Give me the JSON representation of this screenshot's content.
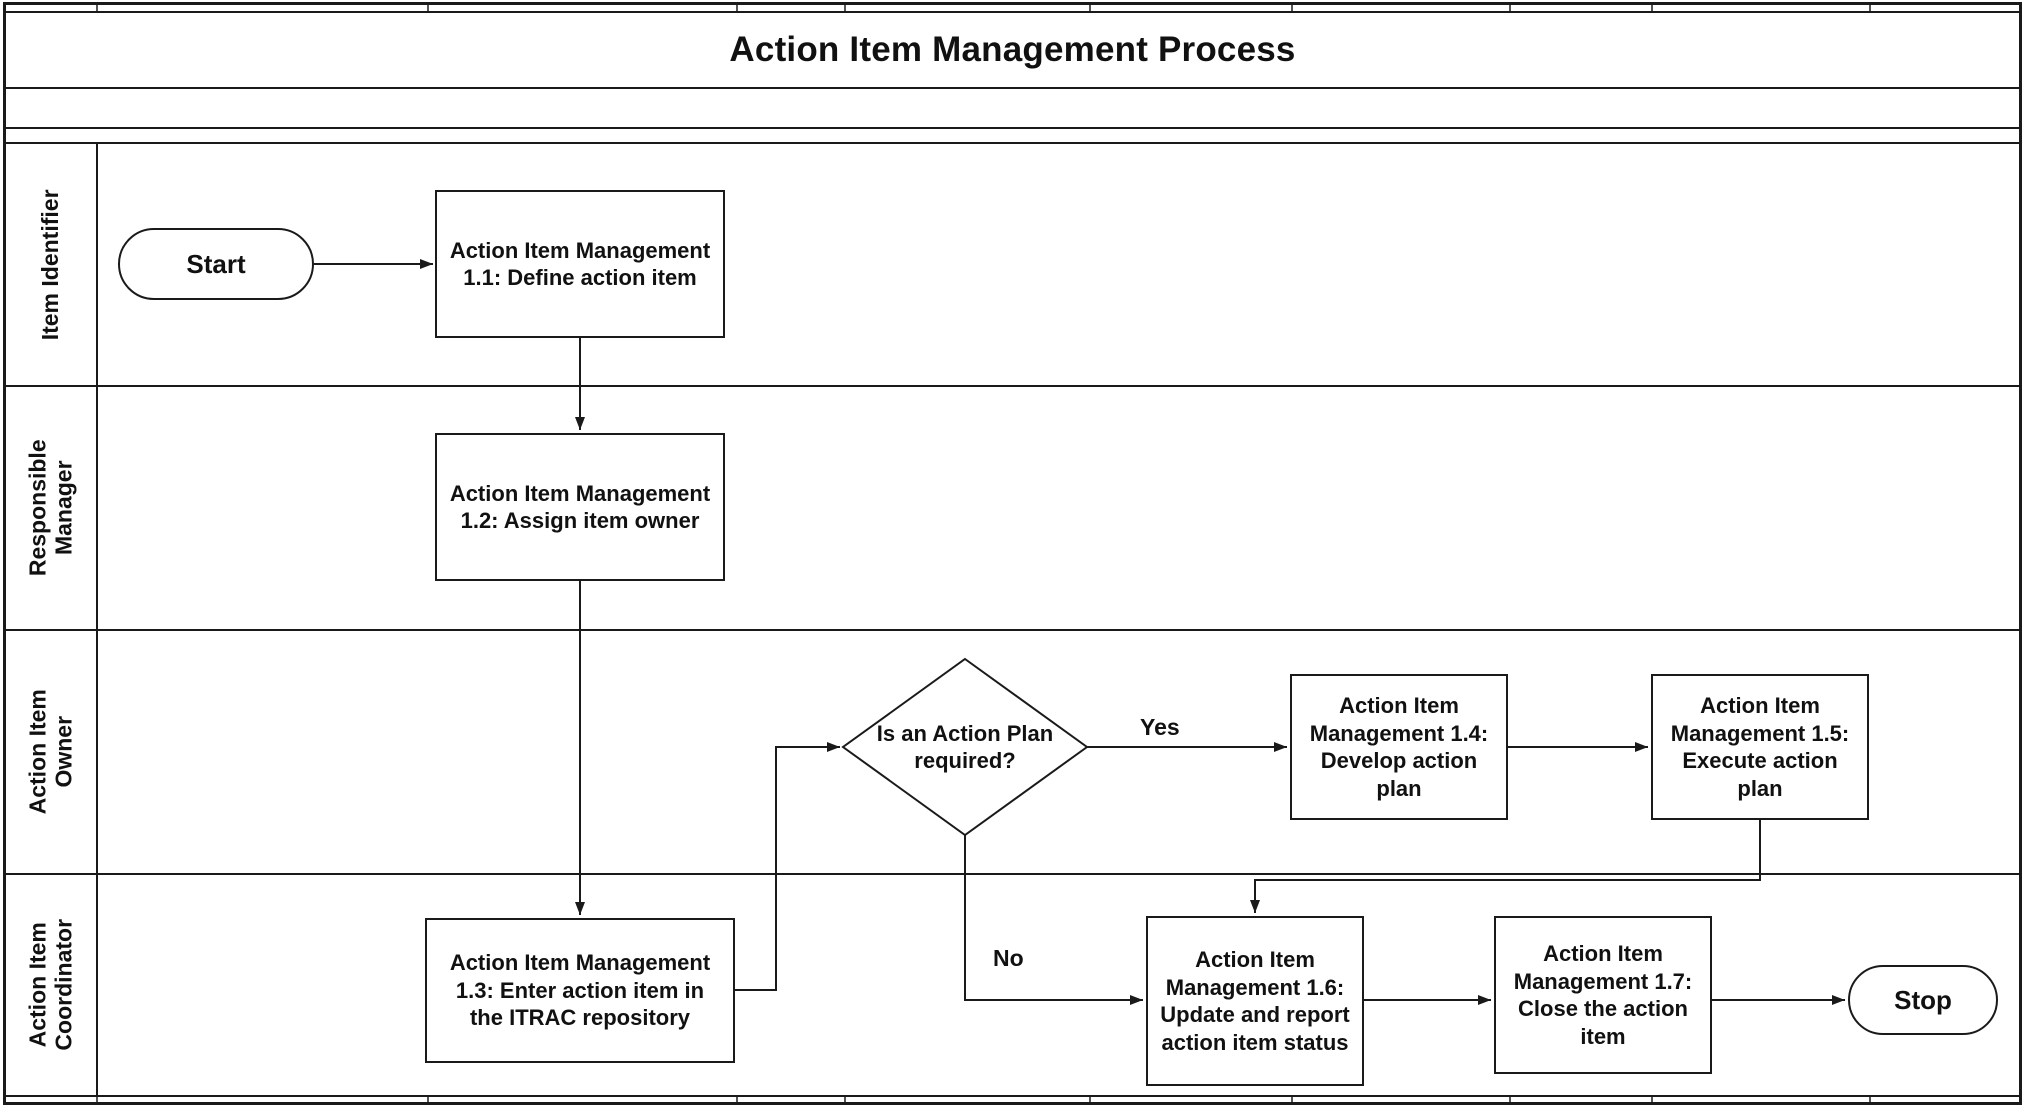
{
  "title": "Action Item Management Process",
  "lanes": [
    {
      "label": "Item Identifier"
    },
    {
      "label": "Responsible\nManager"
    },
    {
      "label": "Action Item\nOwner"
    },
    {
      "label": "Action Item\nCoordinator"
    }
  ],
  "nodes": {
    "start": {
      "type": "terminator",
      "label": "Start"
    },
    "s11": {
      "type": "process",
      "label": "Action Item Management 1.1: Define action item"
    },
    "s12": {
      "type": "process",
      "label": "Action Item Management 1.2: Assign item owner"
    },
    "s13": {
      "type": "process",
      "label": "Action Item Management 1.3: Enter action item in the ITRAC repository"
    },
    "decision": {
      "type": "decision",
      "label": "Is an Action Plan required?"
    },
    "s14": {
      "type": "process",
      "label": "Action Item Management 1.4: Develop action plan"
    },
    "s15": {
      "type": "process",
      "label": "Action Item Management 1.5: Execute action plan"
    },
    "s16": {
      "type": "process",
      "label": "Action Item Management 1.6: Update and report action item status"
    },
    "s17": {
      "type": "process",
      "label": "Action Item Management 1.7: Close the action item"
    },
    "stop": {
      "type": "terminator",
      "label": "Stop"
    }
  },
  "edge_labels": {
    "yes": "Yes",
    "no": "No"
  },
  "colors": {
    "line": "#1a1a1a",
    "background": "#ffffff",
    "text": "#111111"
  }
}
